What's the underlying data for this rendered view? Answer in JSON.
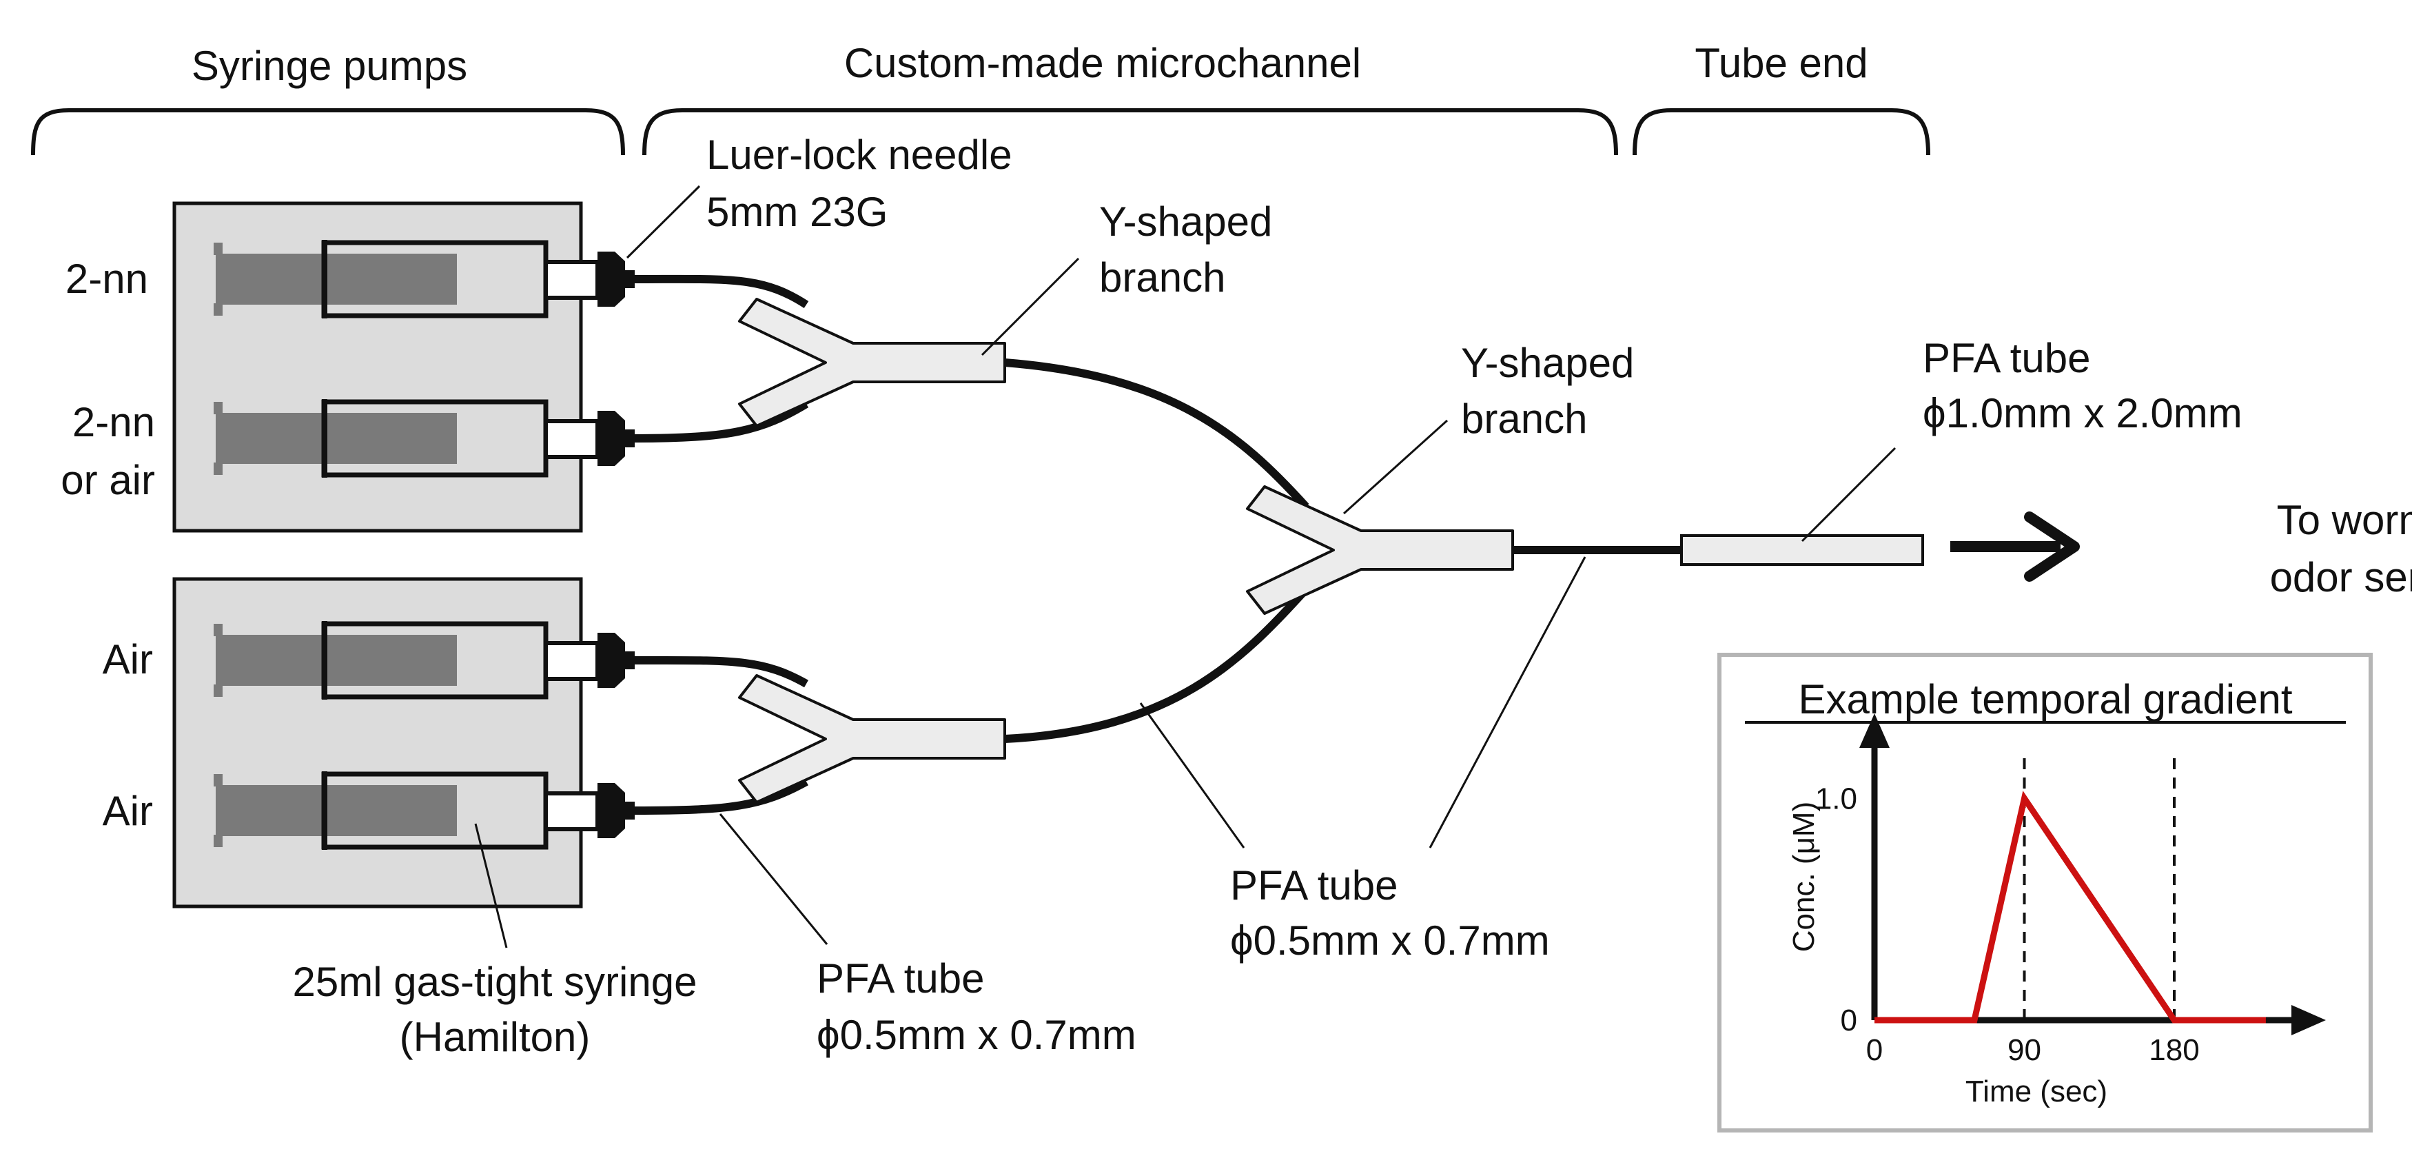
{
  "colors": {
    "line": "#111111",
    "pump_box": "#dcdcdc",
    "plunger": "#7a7a7a",
    "branch_fill": "#ececec",
    "inset_border": "#b5b5b5",
    "gradient_line": "#cc1111"
  },
  "sections": {
    "pumps": "Syringe pumps",
    "channel": "Custom-made microchannel",
    "tube_end": "Tube end"
  },
  "syringes": {
    "s1": "2-nn",
    "s2_line1": "2-nn",
    "s2_line2": "or air",
    "s3": "Air",
    "s4": "Air"
  },
  "labels": {
    "needle_line1": "Luer-lock needle",
    "needle_line2": "5mm 23G",
    "branch1_line1": "Y-shaped",
    "branch1_line2": "branch",
    "branch2_line1": "Y-shaped",
    "branch2_line2": "branch",
    "tube_end_line1": "PFA tube",
    "tube_end_line2": "ϕ1.0mm x 2.0mm",
    "dest_line1": "To worm or",
    "dest_line2": "odor sensor",
    "syringe_line1": "25ml gas-tight syringe",
    "syringe_line2": "(Hamilton)",
    "pfa_small_line1": "PFA tube",
    "pfa_small_line2": "ϕ0.5mm x 0.7mm",
    "pfa_mid_line1": "PFA tube",
    "pfa_mid_line2": "ϕ0.5mm x 0.7mm"
  },
  "chart_data": {
    "type": "line",
    "title": "Example temporal gradient",
    "xlabel": "Time (sec)",
    "ylabel": "Conc. (μM)",
    "x_ticks": [
      0,
      90,
      180
    ],
    "y_ticks": [
      0,
      1.0
    ],
    "y_tick_labels": [
      "0",
      "1.0"
    ],
    "xlim": [
      0,
      240
    ],
    "ylim": [
      0,
      1.15
    ],
    "vlines": [
      90,
      180
    ],
    "series": [
      {
        "points": [
          {
            "x": 0,
            "y": 0
          },
          {
            "x": 60,
            "y": 0
          },
          {
            "x": 90,
            "y": 1.0
          },
          {
            "x": 180,
            "y": 0
          },
          {
            "x": 235,
            "y": 0
          }
        ]
      }
    ]
  }
}
